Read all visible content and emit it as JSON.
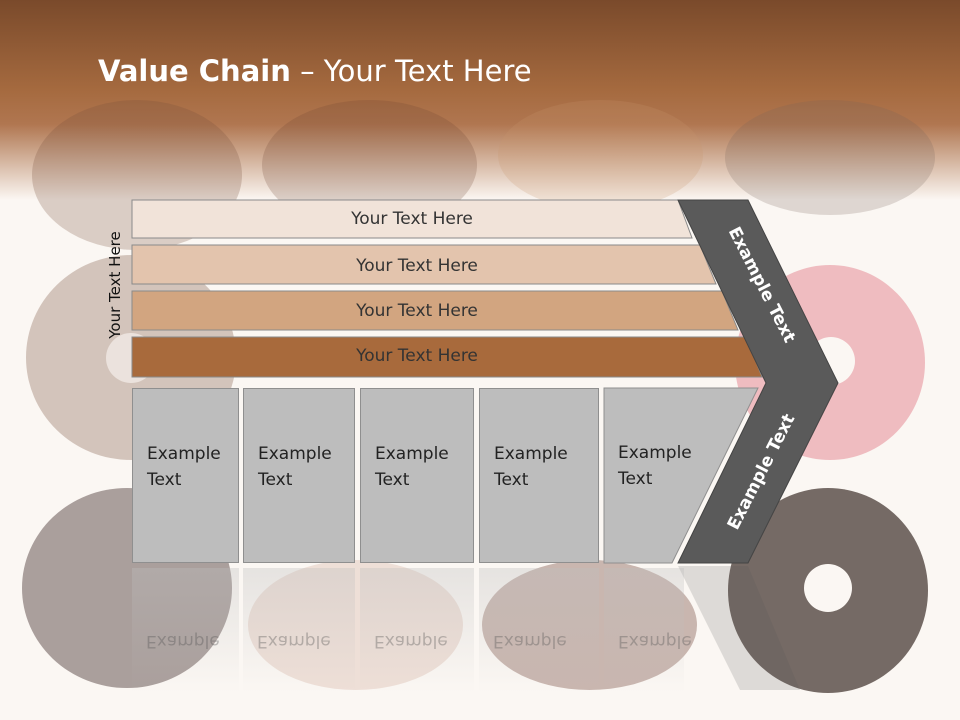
{
  "slide": {
    "title_bold": "Value Chain",
    "title_rest": " – Your Text Here"
  },
  "vertical_label": "Your Text Here",
  "bars": [
    {
      "label": "Your Text Here"
    },
    {
      "label": "Your Text Here"
    },
    {
      "label": "Your Text Here"
    },
    {
      "label": "Your Text Here"
    }
  ],
  "boxes": [
    {
      "line1": "Example",
      "line2": "Text"
    },
    {
      "line1": "Example",
      "line2": "Text"
    },
    {
      "line1": "Example",
      "line2": "Text"
    },
    {
      "line1": "Example",
      "line2": "Text"
    },
    {
      "line1": "Example",
      "line2": "Text"
    }
  ],
  "chevron": {
    "upper_text": "Example Text",
    "lower_text": "Example Text"
  },
  "colors": {
    "bar1": "#f1e3d9",
    "bar2": "#e3c4ad",
    "bar3": "#d2a580",
    "bar4": "#a86a3c",
    "chevron": "#5a5a5a",
    "box": "#bdbdbd"
  }
}
